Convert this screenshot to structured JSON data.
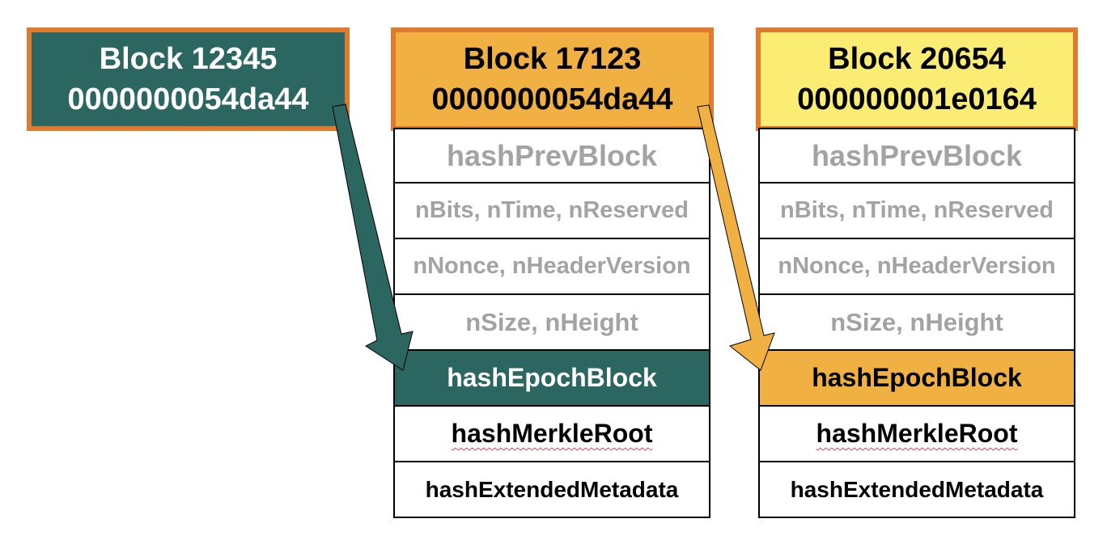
{
  "blocks": [
    {
      "title": "Block 12345",
      "hash": "0000000054da44",
      "header_color": "#2b6661",
      "text_color": "#ffffff"
    },
    {
      "title": "Block 17123",
      "hash": "0000000054da44",
      "header_color": "#f0b042",
      "text_color": "#000000",
      "fields": [
        "hashPrevBlock",
        "nBits, nTime, nReserved",
        "nNonce, nHeaderVersion",
        "nSize, nHeight",
        "hashEpochBlock",
        "hashMerkleRoot",
        "hashExtendedMetadata"
      ]
    },
    {
      "title": "Block 20654",
      "hash": "000000001e0164",
      "header_color": "#fbec73",
      "text_color": "#000000",
      "fields": [
        "hashPrevBlock",
        "nBits, nTime, nReserved",
        "nNonce, nHeaderVersion",
        "nSize, nHeight",
        "hashEpochBlock",
        "hashMerkleRoot",
        "hashExtendedMetadata"
      ]
    }
  ],
  "colors": {
    "border": "#e07a2e",
    "teal": "#2b6661",
    "orange": "#f0b042",
    "yellow": "#fbec73",
    "muted_text": "#a3a3a3"
  },
  "arrows": [
    {
      "from": "Block 12345",
      "to": "Block 17123 hashEpochBlock",
      "color": "#2b6661"
    },
    {
      "from": "Block 17123",
      "to": "Block 20654 hashEpochBlock",
      "color": "#f0b042"
    }
  ]
}
